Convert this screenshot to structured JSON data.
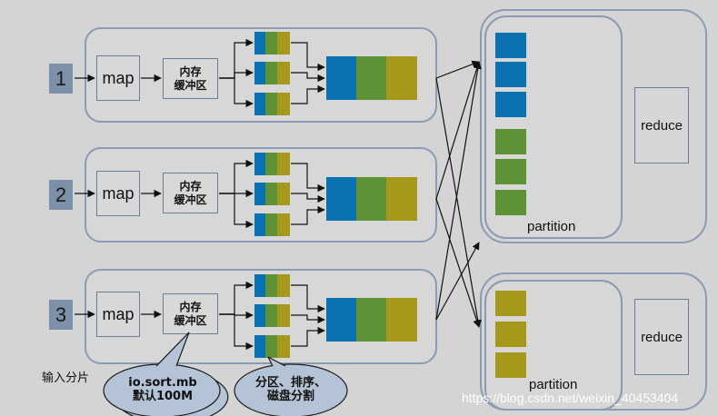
{
  "rows": [
    {
      "number": "1",
      "map_label": "map",
      "buffer_line1": "内存",
      "buffer_line2": "缓冲区"
    },
    {
      "number": "2",
      "map_label": "map",
      "buffer_line1": "内存",
      "buffer_line2": "缓冲区"
    },
    {
      "number": "3",
      "map_label": "map",
      "buffer_line1": "内存",
      "buffer_line2": "缓冲区"
    }
  ],
  "reducers": [
    {
      "reduce_label": "reduce",
      "partition_label": "partition",
      "block_colors": [
        "#0a72b0",
        "#0a72b0",
        "#0a72b0",
        "#5e9236",
        "#5e9236",
        "#5e9236"
      ]
    },
    {
      "reduce_label": "reduce",
      "partition_label": "partition",
      "block_colors": [
        "#a6981a",
        "#a6981a",
        "#a6981a"
      ]
    }
  ],
  "input_splits_label": "输入分片",
  "note_buffer": {
    "line1": "io.sort.mb",
    "line2": "默认100M"
  },
  "note_partition": {
    "line1": "分区、排序、",
    "line2": "磁盘分割"
  },
  "watermark": "https://blog.csdn.net/weixin_40453404",
  "colors": {
    "blue": "#0a72b0",
    "green": "#5e9236",
    "olive": "#a6981a",
    "bubble": "#b5c3d6",
    "arrow": "#111111"
  }
}
